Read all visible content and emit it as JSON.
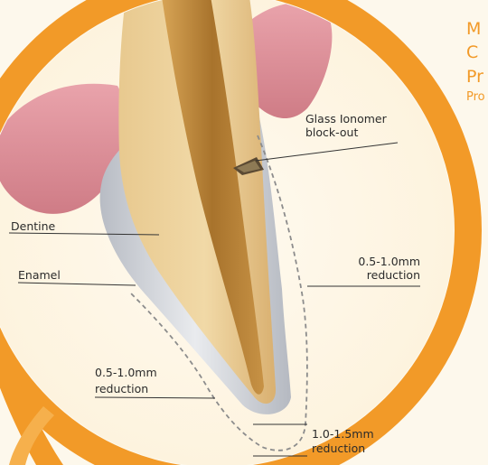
{
  "header_text": {
    "line1": "M",
    "line2": "C",
    "line3": "Pr",
    "line4": "Pro"
  },
  "labels": {
    "glass_ionomer_line1": "Glass Ionomer",
    "glass_ionomer_line2": "block-out",
    "dentine": "Dentine",
    "enamel": "Enamel",
    "labial_reduction_line1": "0.5-1.0mm",
    "labial_reduction_line2": "reduction",
    "lingual_reduction_line1": "0.5-1.0mm",
    "lingual_reduction_line2": "reduction",
    "incisal_reduction_line1": "1.0-1.5mm",
    "incisal_reduction_line2": "reduction"
  },
  "colors": {
    "accent_orange": "#f29a28",
    "background": "#fdf8ec",
    "gum_pink": "#d98a93",
    "enamel_grey": "#c9ccd2",
    "dentine_tan": "#e2c088",
    "pulp_brown": "#bd8a3a",
    "preparation_outline": "#8c8c8c",
    "leader_line": "#333333"
  }
}
